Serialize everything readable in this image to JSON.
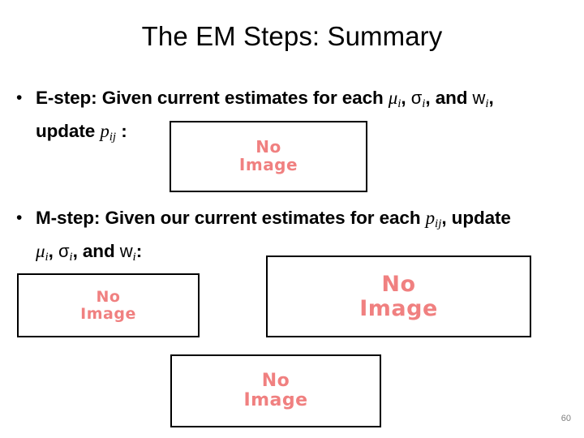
{
  "slide": {
    "title": "The EM Steps: Summary",
    "page_number": "60",
    "placeholder_color": "#f08080",
    "text_color": "#000000"
  },
  "bullets": [
    {
      "marker": "•",
      "id": "e-step",
      "line1_prefix": "E-step: Given current estimates for each ",
      "line1_math": [
        {
          "base": "μ",
          "sub": "i",
          "style": "italic",
          "after": ", "
        },
        {
          "base": "σ",
          "sub": "i",
          "style": "upright",
          "after": ", and "
        },
        {
          "base": "w",
          "sub": "i",
          "style": "upright",
          "after": ","
        }
      ],
      "line2_prefix": "update ",
      "line2_math": [
        {
          "base": "p",
          "sub": "ij",
          "style": "italic",
          "after": " :"
        }
      ]
    },
    {
      "marker": "•",
      "id": "m-step",
      "line1_prefix": "M-step: Given our current estimates for each ",
      "line1_math": [
        {
          "base": "p",
          "sub": "ij",
          "style": "italic",
          "after": ", update"
        }
      ],
      "line2_prefix": "",
      "line2_math": [
        {
          "base": "μ",
          "sub": "i",
          "style": "italic",
          "after": ", "
        },
        {
          "base": "σ",
          "sub": "i",
          "style": "upright",
          "after": ", and "
        },
        {
          "base": "w",
          "sub": "i",
          "style": "upright",
          "after": ":"
        }
      ]
    }
  ],
  "placeholders": [
    {
      "id": "estep-image",
      "label": "No\nImage"
    },
    {
      "id": "mstep-left-image",
      "label": "No\nImage"
    },
    {
      "id": "mstep-right-image",
      "label": "No\nImage"
    },
    {
      "id": "mstep-bottom-image",
      "label": "No\nImage"
    }
  ]
}
